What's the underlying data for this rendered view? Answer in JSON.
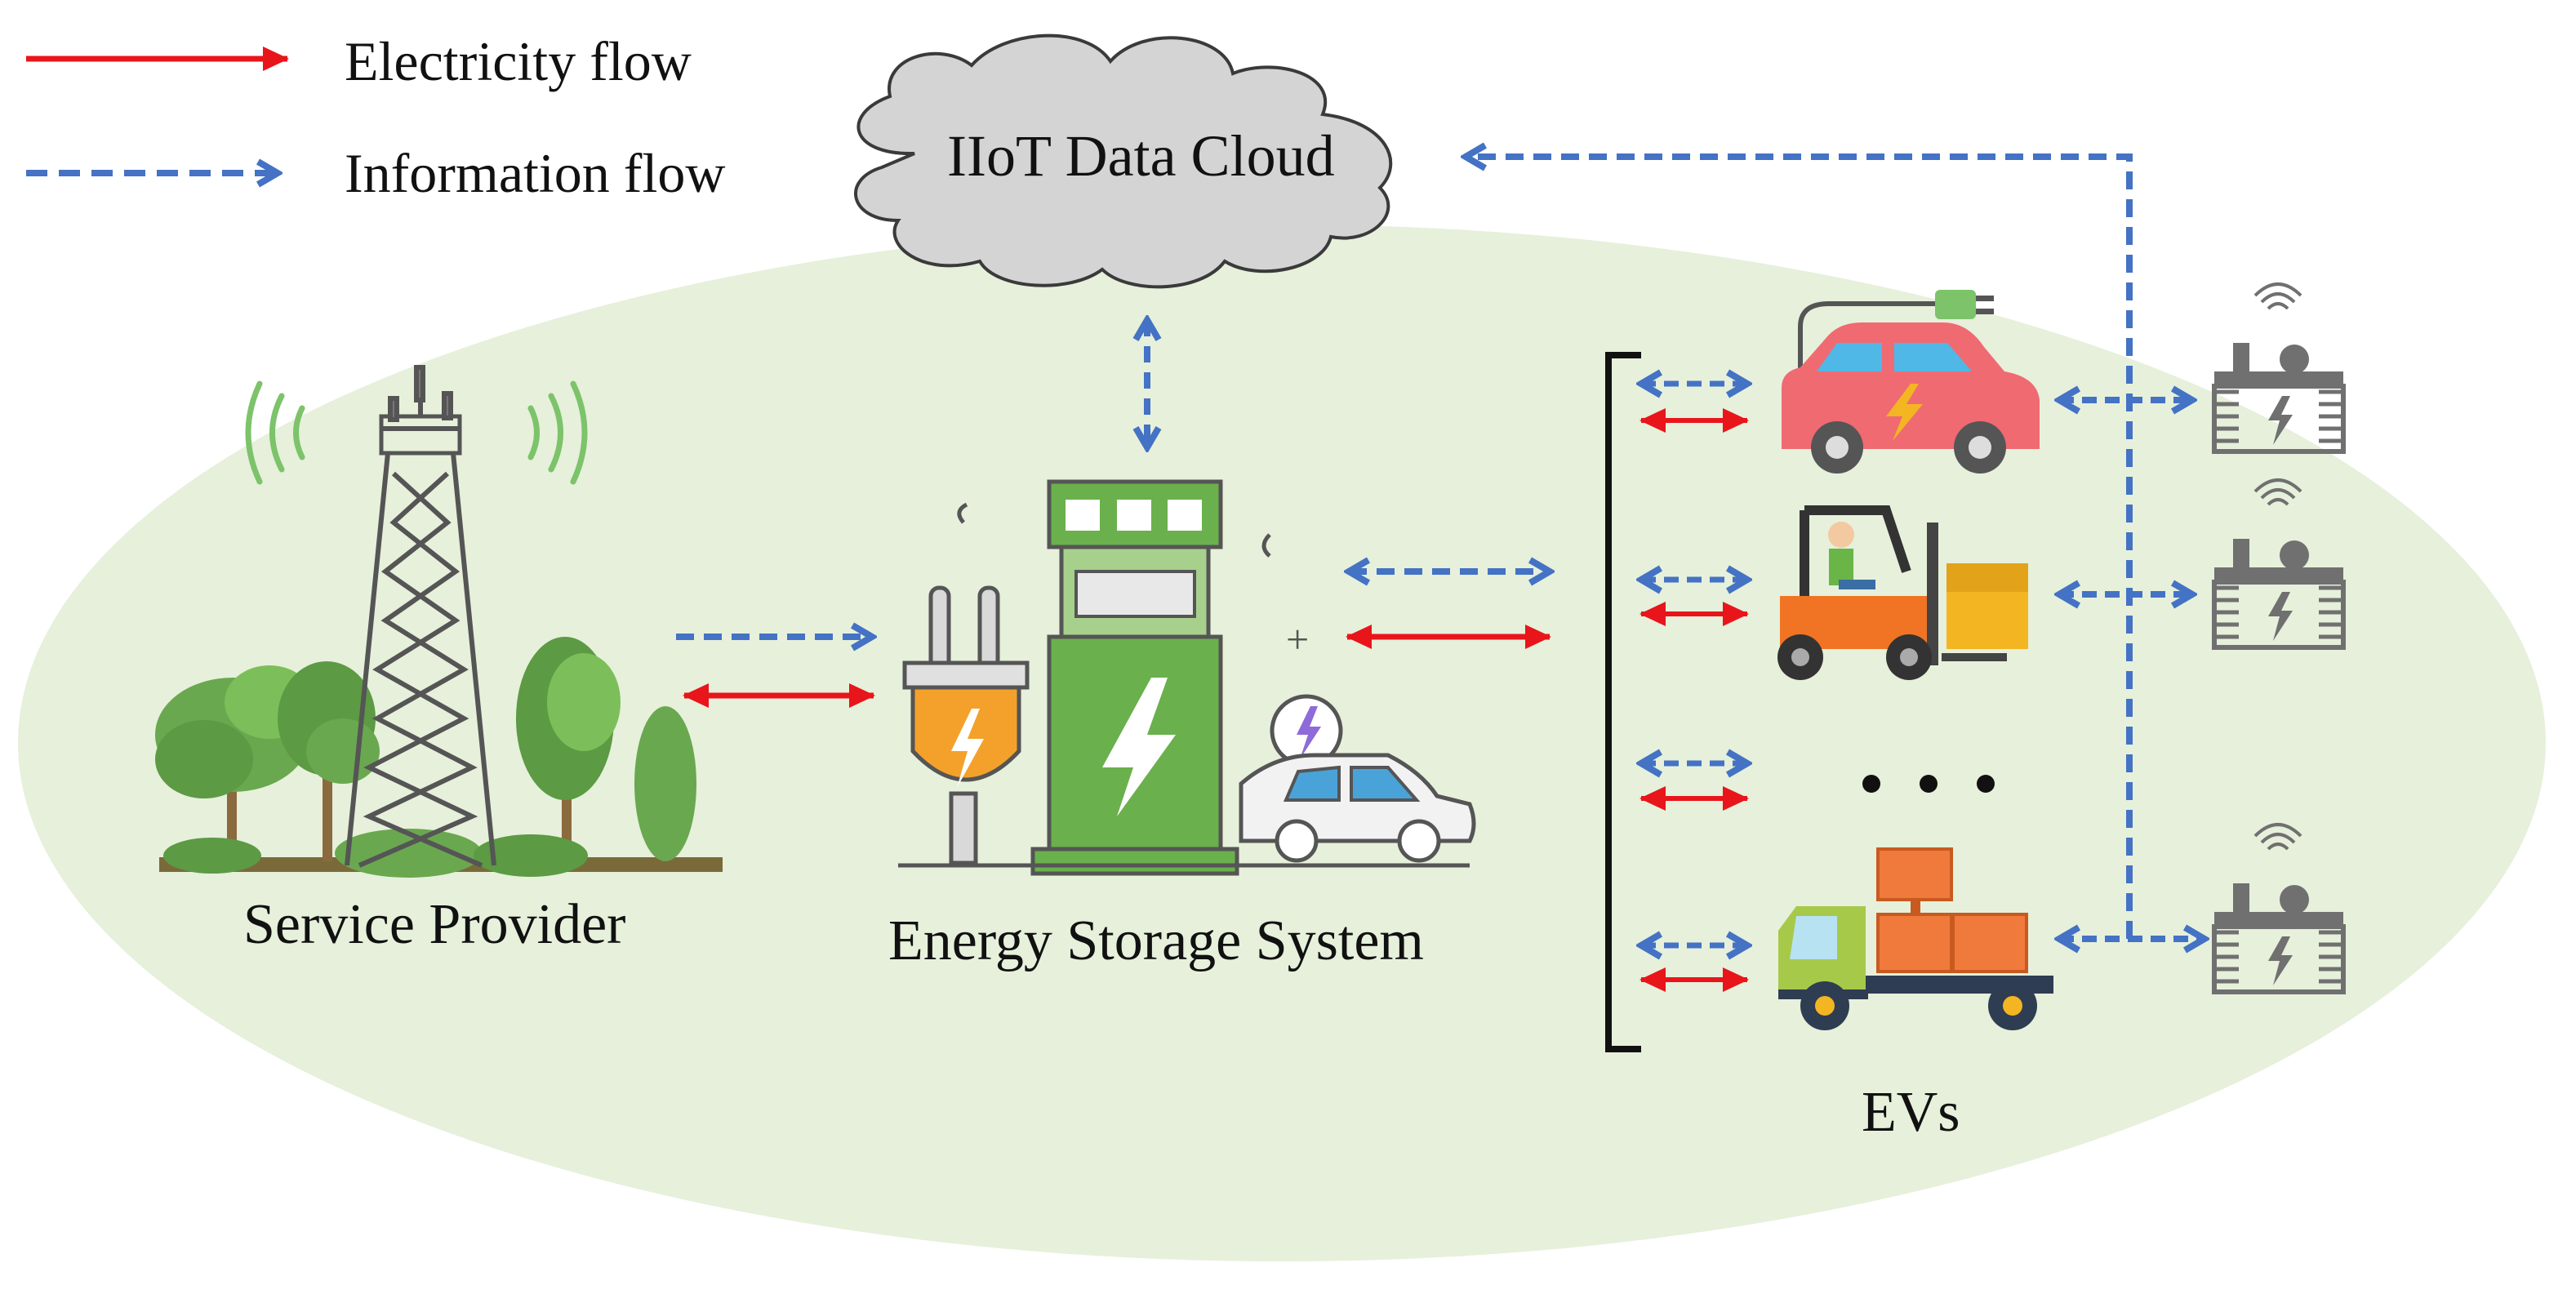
{
  "legend": {
    "electricity_label": "Electricity flow",
    "information_label": "Information flow"
  },
  "nodes": {
    "cloud_label": "IIoT Data Cloud",
    "service_provider_label": "Service Provider",
    "ess_label": "Energy Storage System",
    "evs_label": "EVs"
  },
  "colors": {
    "electricity": "#e8151b",
    "information": "#4472c4",
    "background_ellipse": "#e6f0db",
    "cloud_fill": "#d4d4d4",
    "station_green": "#6ab04c",
    "plug_orange": "#f4a12b",
    "transformer_gray": "#707070"
  },
  "icons": [
    "cell-tower-icon",
    "tree-icon",
    "plug-icon",
    "charging-station-icon",
    "electric-car-icon",
    "forklift-icon",
    "truck-icon",
    "transformer-icon",
    "wifi-icon"
  ]
}
